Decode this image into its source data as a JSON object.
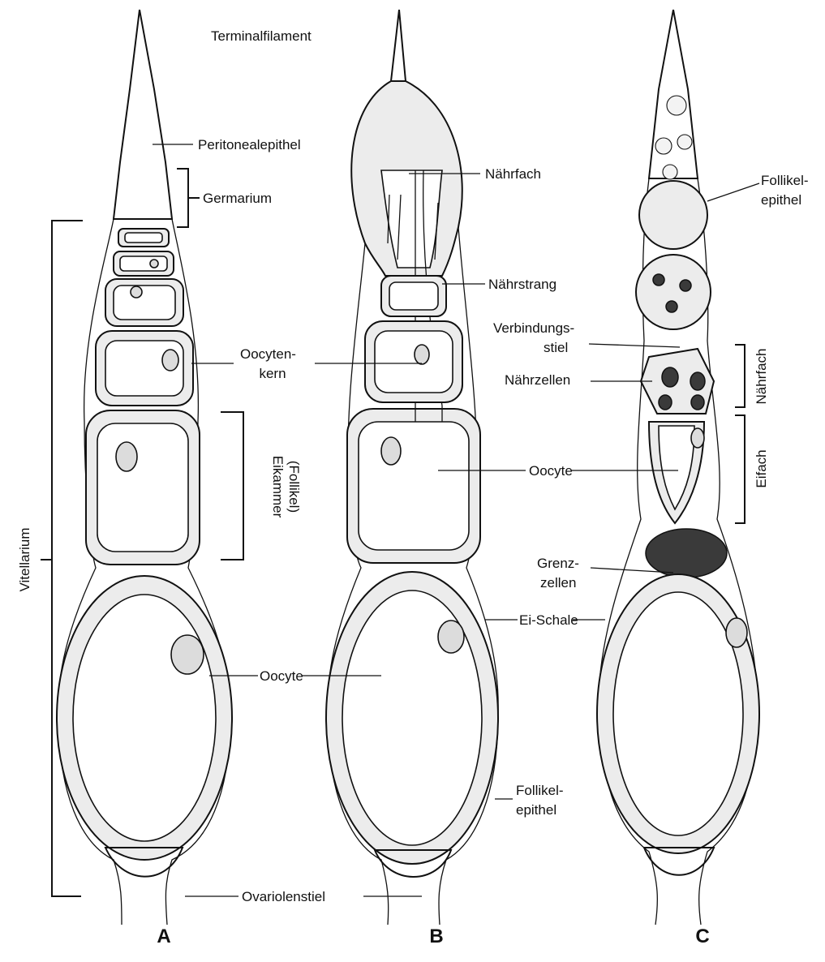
{
  "labels": {
    "terminalfilament": "Terminalfilament",
    "peritonealepithel": "Peritonealepithel",
    "germarium": "Germarium",
    "vitellarium": "Vitellarium",
    "oocytenkern_1": "Oocyten-",
    "oocytenkern_2": "kern",
    "eikammer_1": "Eikammer",
    "eikammer_2": "(Follikel)",
    "oocyte_a": "Oocyte",
    "ovariolenstiel": "Ovariolenstiel",
    "naehrfach_b": "Nährfach",
    "naehrstrang": "Nährstrang",
    "oocyte_b": "Oocyte",
    "ei_schale": "Ei-Schale",
    "follikelepithel_b_1": "Follikel-",
    "follikelepithel_b_2": "epithel",
    "follikelepithel_c_1": "Follikel-",
    "follikelepithel_c_2": "epithel",
    "verbindungsstiel_1": "Verbindungs-",
    "verbindungsstiel_2": "stiel",
    "naehrzellen": "Nährzellen",
    "naehrfach_c": "Nährfach",
    "eifach": "Eifach",
    "grenzzellen_1": "Grenz-",
    "grenzzellen_2": "zellen"
  },
  "panels": {
    "a": "A",
    "b": "B",
    "c": "C"
  }
}
